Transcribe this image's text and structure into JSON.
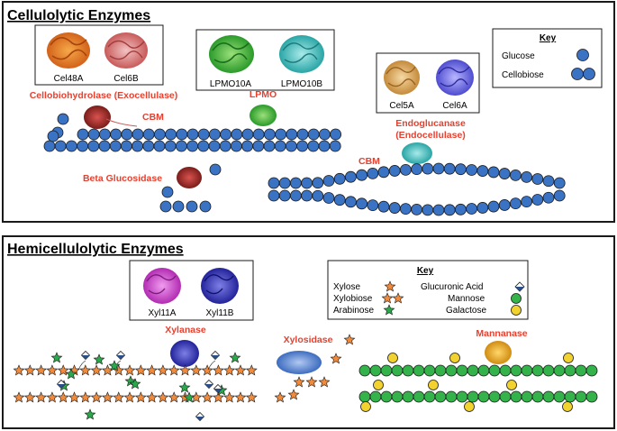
{
  "colors": {
    "glucose": "#3b73c4",
    "xylose_star": "#f08a3c",
    "arabinose_star": "#2aa84a",
    "mannose": "#34b34a",
    "galactose": "#f2d22e",
    "label_red": "#e8402f",
    "outline": "#1a1a1a"
  },
  "cellulolytic": {
    "title": "Cellulolytic Enzymes",
    "box1": {
      "labels": [
        "Cel48A",
        "Cel6B"
      ]
    },
    "box2": {
      "labels": [
        "LPMO10A",
        "LPMO10B"
      ]
    },
    "box3": {
      "labels": [
        "Cel5A",
        "Cel6A"
      ]
    },
    "key": {
      "title": "Key",
      "items": [
        "Glucose",
        "Cellobiose"
      ]
    },
    "labels": {
      "cellobiohydrolase": "Cellobiohydrolase (Exocellulase)",
      "cbm_left": "CBM",
      "lpmo": "LPMO",
      "endo_line1": "Endoglucanase",
      "endo_line2": "(Endocellulase)",
      "cbm_right": "CBM",
      "beta_glucosidase": "Beta Glucosidase"
    }
  },
  "hemicellulolytic": {
    "title": "Hemicellulolytic Enzymes",
    "box1": {
      "labels": [
        "Xyl11A",
        "Xyl11B"
      ]
    },
    "key": {
      "title": "Key",
      "left_items": [
        "Xylose",
        "Xylobiose",
        "Arabinose"
      ],
      "right_items": [
        "Glucuronic Acid",
        "Mannose",
        "Galactose"
      ]
    },
    "labels": {
      "xylanase": "Xylanase",
      "xylosidase": "Xylosidase",
      "mannanase": "Mannanase"
    }
  }
}
